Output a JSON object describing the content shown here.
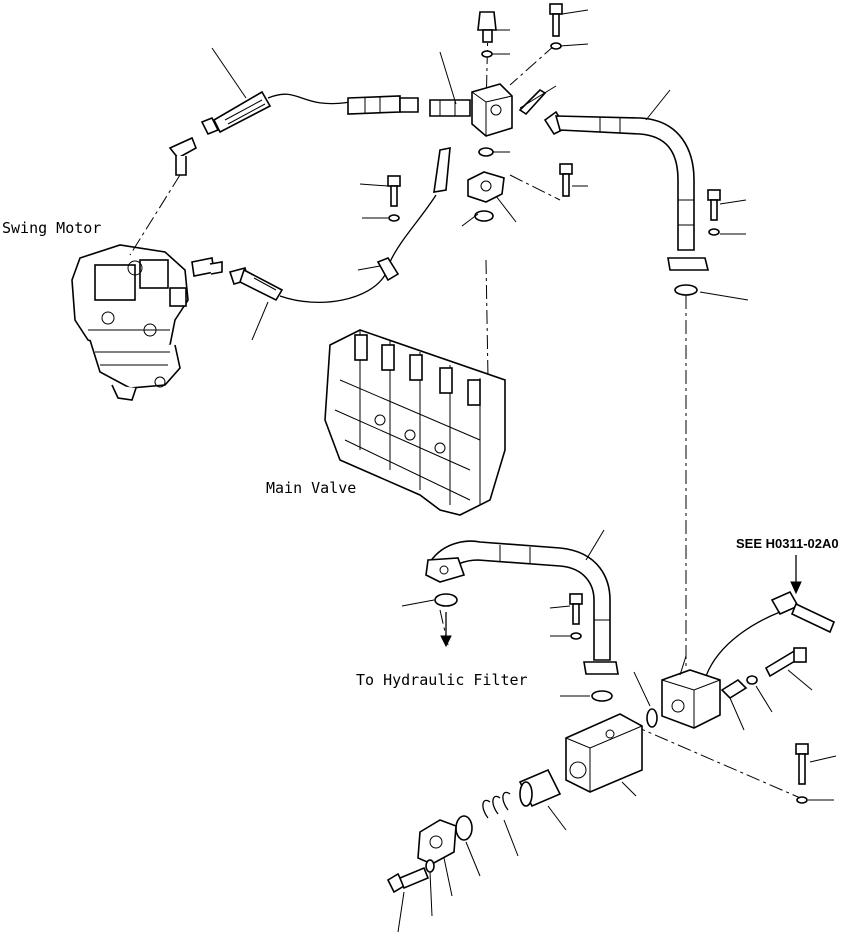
{
  "labels": {
    "swing_motor": "Swing Motor",
    "main_valve": "Main Valve",
    "to_hydraulic_filter": "To Hydraulic Filter",
    "see_reference": "SEE H0311-02A0"
  },
  "colors": {
    "line": "#000000",
    "background": "#ffffff"
  }
}
